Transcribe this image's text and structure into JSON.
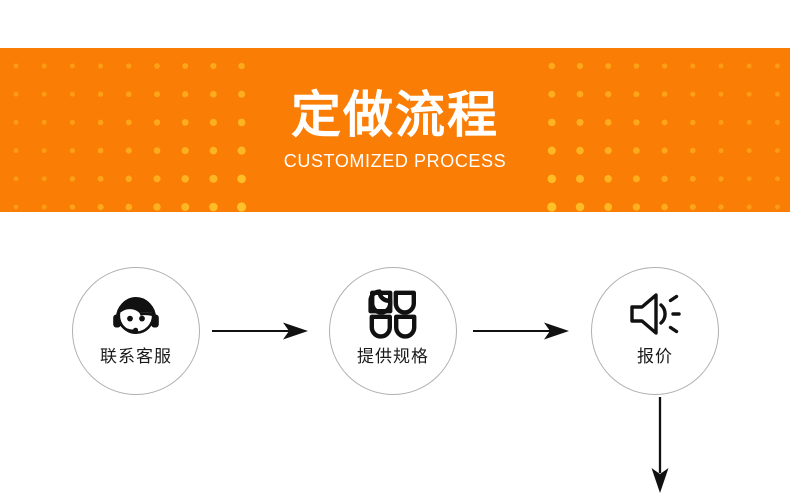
{
  "banner": {
    "title": "定做流程",
    "subtitle": "CUSTOMIZED PROCESS",
    "background_color": "#fa7d05",
    "text_color": "#ffffff",
    "dot_color": "#ffc72c"
  },
  "flow": {
    "circle_border_color": "#b0b0b0",
    "icon_color": "#111111",
    "label_color": "#1b1b1b",
    "steps": [
      {
        "label": "联系客服",
        "icon": "headset-support-icon"
      },
      {
        "label": "提供规格",
        "icon": "four-petal-clover-icon"
      },
      {
        "label": "报价",
        "icon": "speaker-sound-icon"
      }
    ],
    "connectors": [
      {
        "name": "arrow-right-1",
        "direction": "right"
      },
      {
        "name": "arrow-right-2",
        "direction": "right"
      },
      {
        "name": "arrow-down",
        "direction": "down"
      }
    ]
  }
}
